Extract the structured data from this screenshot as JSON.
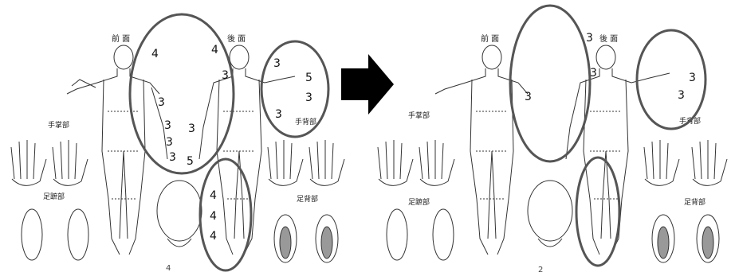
{
  "left_panel": {
    "labels": {
      "front": "前 面",
      "back": "後 面",
      "palm": "手掌部",
      "hand_back": "手背部",
      "sole": "足蹠部",
      "foot_back": "足背部"
    },
    "scores": [
      "4",
      "4",
      "3",
      "3",
      "3",
      "3",
      "3",
      "3",
      "5",
      "3",
      "5",
      "3",
      "3",
      "4",
      "4",
      "4"
    ],
    "footnote": "4"
  },
  "right_panel": {
    "labels": {
      "front": "前 面",
      "back": "後 面",
      "palm": "手掌部",
      "hand_back": "手背部",
      "sole": "足蹠部",
      "foot_back": "足背部"
    },
    "scores": [
      "3",
      "3",
      "3",
      "3",
      "3"
    ],
    "footnote": "2"
  },
  "arrow": {
    "color": "#000000",
    "direction": "right"
  },
  "colors": {
    "ellipse": "#555555",
    "line": "#333333",
    "score": "#111111"
  }
}
